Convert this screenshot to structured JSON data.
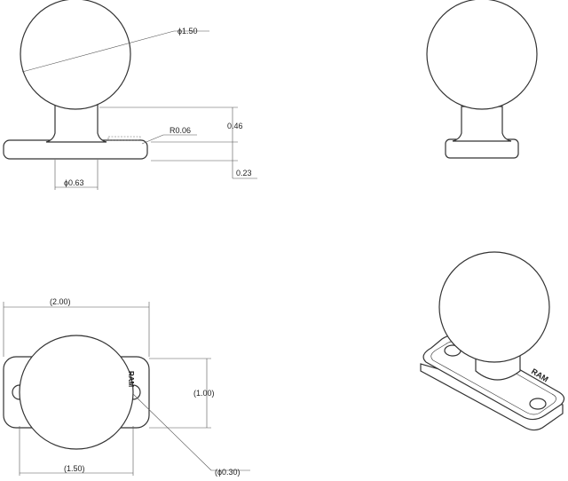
{
  "views": {
    "front": {
      "ball_diameter": "ϕ1.50",
      "fillet_radius": "R0.06",
      "neck_height": "0.46",
      "base_thickness": "0.23",
      "neck_diameter": "ϕ0.63"
    },
    "top": {
      "base_length": "(2.00)",
      "base_width": "(1.00)",
      "ball_extent": "(1.50)",
      "hole_diameter": "(ϕ0.30)",
      "logo_text": "RAM"
    },
    "iso": {
      "logo_text": "RAM"
    }
  }
}
